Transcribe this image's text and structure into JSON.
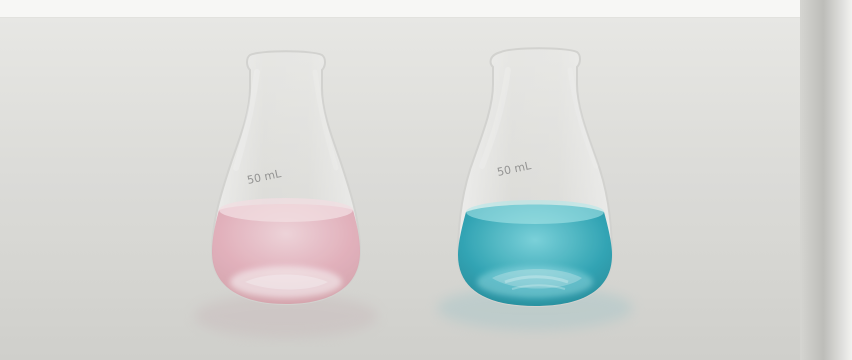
{
  "photo": {
    "background_color": "#e3e3df",
    "page_top_color": "#f6f6f4",
    "page_edge_color": "#cfcfcb",
    "shadow_strip_color": "#a9a9a6"
  },
  "flasks": [
    {
      "liquid_label": "pink",
      "liquid_color": "#e7b3bf",
      "liquid_highlight": "#f7dde3",
      "glass_color": "#ffffff",
      "marking_text": "50 mL"
    },
    {
      "liquid_label": "blue",
      "liquid_color": "#2aa6b7",
      "liquid_highlight": "#9fe3e8",
      "glass_color": "#ffffff",
      "marking_text": "50 mL"
    }
  ]
}
